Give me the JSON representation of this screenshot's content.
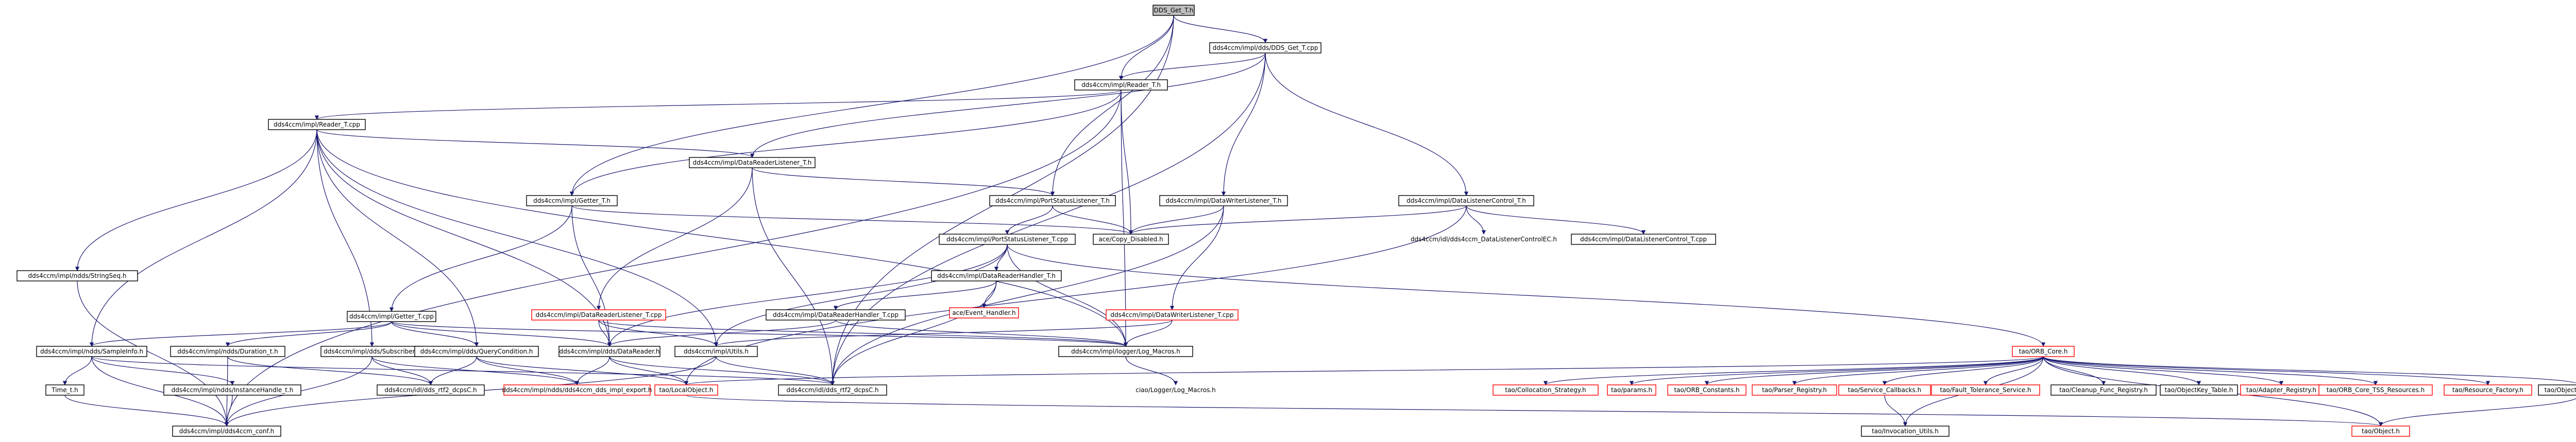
{
  "colors": {
    "edge": "#191970",
    "border": "#000000",
    "missing_border": "#ff0000",
    "root_fill": "#bfbfbf",
    "background": "#ffffff"
  },
  "nodes": [
    {
      "id": "dds_get_t_h",
      "label": "DDS_Get_T.h",
      "root": true
    },
    {
      "id": "dds_get_t_cpp",
      "label": "dds4ccm/impl/dds/DDS_Get_T.cpp"
    },
    {
      "id": "reader_t_h",
      "label": "dds4ccm/impl/Reader_T.h"
    },
    {
      "id": "reader_t_cpp",
      "label": "dds4ccm/impl/Reader_T.cpp"
    },
    {
      "id": "dr_listener_t_h",
      "label": "dds4ccm/impl/DataReaderListener_T.h"
    },
    {
      "id": "getter_t_h",
      "label": "dds4ccm/impl/Getter_T.h"
    },
    {
      "id": "port_status_t_h",
      "label": "dds4ccm/impl/PortStatusListener_T.h"
    },
    {
      "id": "dw_listener_t_h",
      "label": "dds4ccm/impl/DataWriterListener_T.h"
    },
    {
      "id": "dl_control_t_h",
      "label": "dds4ccm/impl/DataListenerControl_T.h"
    },
    {
      "id": "copy_disabled_h",
      "label": "ace/Copy_Disabled.h"
    },
    {
      "id": "ccm_dlc_eh",
      "label": "dds4ccm/idl/dds4ccm_DataListenerControlEC.h",
      "free": true
    },
    {
      "id": "dl_control_t_cpp",
      "label": "dds4ccm/impl/DataListenerControl_T.cpp"
    },
    {
      "id": "port_status_t_cpp",
      "label": "dds4ccm/impl/PortStatusListener_T.cpp"
    },
    {
      "id": "string_seq_h",
      "label": "dds4ccm/impl/ndds/StringSeq.h"
    },
    {
      "id": "dr_handler_t_h",
      "label": "dds4ccm/impl/DataReaderHandler_T.h"
    },
    {
      "id": "event_handler_h",
      "label": "ace/Event_Handler.h",
      "red": true
    },
    {
      "id": "dr_listener_t_cpp",
      "label": "dds4ccm/impl/DataReaderListener_T.cpp",
      "red": true
    },
    {
      "id": "dr_handler_t_cpp",
      "label": "dds4ccm/impl/DataReaderHandler_T.cpp"
    },
    {
      "id": "dw_listener_t_cpp",
      "label": "dds4ccm/impl/DataWriterListener_T.cpp",
      "red": true
    },
    {
      "id": "getter_t_cpp",
      "label": "dds4ccm/impl/Getter_T.cpp"
    },
    {
      "id": "sample_info_h",
      "label": "dds4ccm/impl/ndds/SampleInfo.h"
    },
    {
      "id": "duration_t_h",
      "label": "dds4ccm/impl/ndds/Duration_t.h"
    },
    {
      "id": "subscriber_h",
      "label": "dds4ccm/impl/dds/Subscriber.h"
    },
    {
      "id": "query_condition_h",
      "label": "dds4ccm/impl/dds/QueryCondition.h"
    },
    {
      "id": "data_reader_h",
      "label": "dds4ccm/impl/dds/DataReader.h"
    },
    {
      "id": "utils_h",
      "label": "dds4ccm/impl/Utils.h"
    },
    {
      "id": "log_macros_h",
      "label": "dds4ccm/impl/logger/Log_Macros.h"
    },
    {
      "id": "orb_core_h",
      "label": "tao/ORB_Core.h",
      "red": true
    },
    {
      "id": "time_t_h",
      "label": "Time_t.h"
    },
    {
      "id": "instance_handle_t_h",
      "label": "dds4ccm/impl/ndds/InstanceHandle_t.h"
    },
    {
      "id": "dds_ccm_dcpsc_h",
      "label": "dds4ccm/idl/dds_rtf2_dcpsC.h"
    },
    {
      "id": "impl_export_h",
      "label": "dds4ccm/impl/ndds/dds4ccm_dds_impl_export.h",
      "red": true
    },
    {
      "id": "local_object_h",
      "label": "tao/LocalObject.h",
      "red": true
    },
    {
      "id": "dds_rtf2_dcps_h",
      "label": "dds4ccm/idl/dds_rtf2_dcpsC.h"
    },
    {
      "id": "log_macros_cpp",
      "label": "ciao/Logger/Log_Macros.h",
      "free": true
    },
    {
      "id": "ccm_conf_h",
      "label": "dds4ccm/impl/dds4ccm_conf.h"
    },
    {
      "id": "collocation_strategy_h",
      "label": "tao/Collocation_Strategy.h",
      "red": true
    },
    {
      "id": "params_h",
      "label": "tao/params.h",
      "red": true
    },
    {
      "id": "orb_constants_h",
      "label": "tao/ORB_Constants.h",
      "red": true
    },
    {
      "id": "parser_registry_h",
      "label": "tao/Parser_Registry.h",
      "red": true
    },
    {
      "id": "service_callbacks_h",
      "label": "tao/Service_Callbacks.h",
      "red": true
    },
    {
      "id": "fault_tolerance_h",
      "label": "tao/Fault_Tolerance_Service.h",
      "red": true
    },
    {
      "id": "cleanup_func_h",
      "label": "tao/Cleanup_Func_Registry.h"
    },
    {
      "id": "objectkey_table_h",
      "label": "tao/ObjectKey_Table.h"
    },
    {
      "id": "adapter_registry_h",
      "label": "tao/Adapter_Registry.h",
      "red": true
    },
    {
      "id": "orb_core_tss_h",
      "label": "tao/ORB_Core_TSS_Resources.h",
      "red": true
    },
    {
      "id": "resource_factory_h",
      "label": "tao/Resource_Factory.h",
      "red": true
    },
    {
      "id": "object_ref_table_h",
      "label": "tao/Object_Ref_Table.h"
    },
    {
      "id": "invocation_utils_h",
      "label": "tao/Invocation_Utils.h"
    },
    {
      "id": "object_h",
      "label": "tao/Object.h",
      "red": true
    }
  ]
}
